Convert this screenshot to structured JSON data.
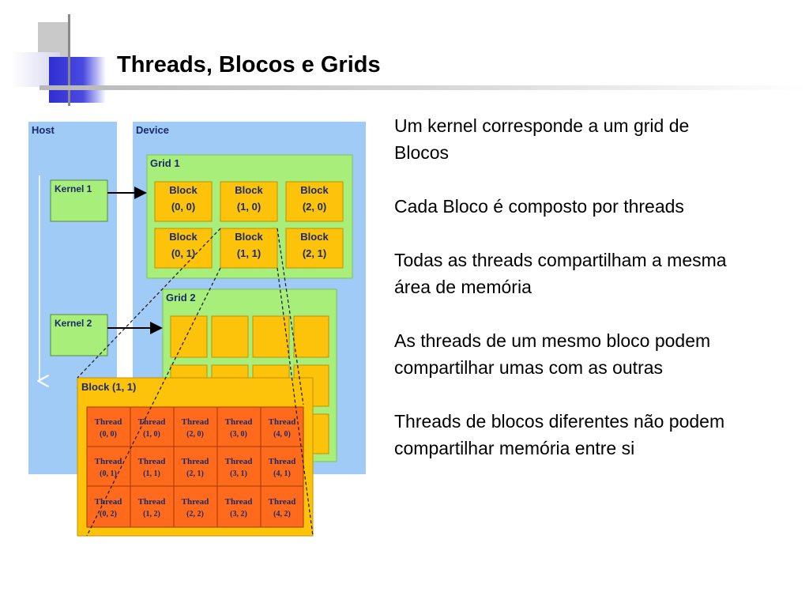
{
  "title": "Threads, Blocos e Grids",
  "bullets": [
    "Um kernel corresponde a um grid de Blocos",
    "Cada Bloco é composto por threads",
    "Todas as threads compartilham a mesma área de memória",
    "As threads de um mesmo bloco podem compartilhar umas com as outras",
    "Threads de blocos diferentes não podem compartilhar memória entre si"
  ],
  "diagram": {
    "host_label": "Host",
    "device_label": "Device",
    "kernels": [
      "Kernel 1",
      "Kernel 2"
    ],
    "grid1_label": "Grid 1",
    "grid2_label": "Grid 2",
    "block_word": "Block",
    "grid1_blocks": [
      {
        "coord": "(0, 0)"
      },
      {
        "coord": "(1, 0)"
      },
      {
        "coord": "(2, 0)"
      },
      {
        "coord": "(0, 1)"
      },
      {
        "coord": "(1, 1)"
      },
      {
        "coord": "(2, 1)"
      }
    ],
    "expanded_block_label": "Block (1, 1)",
    "thread_word": "Thread",
    "threads": [
      [
        "(0, 0)",
        "(1, 0)",
        "(2, 0)",
        "(3, 0)",
        "(4, 0)"
      ],
      [
        "(0, 1)",
        "(1, 1)",
        "(2, 1)",
        "(3, 1)",
        "(4, 1)"
      ],
      [
        "(0, 2)",
        "(1, 2)",
        "(2, 2)",
        "(3, 2)",
        "(4, 2)"
      ]
    ],
    "colors": {
      "panel_blue": "#a0cbf7",
      "grid_green": "#a7ee7a",
      "block_orange": "#fdc30a",
      "thread_orange": "#ff6a1c",
      "kernel_green": "#a7ee7a"
    }
  }
}
